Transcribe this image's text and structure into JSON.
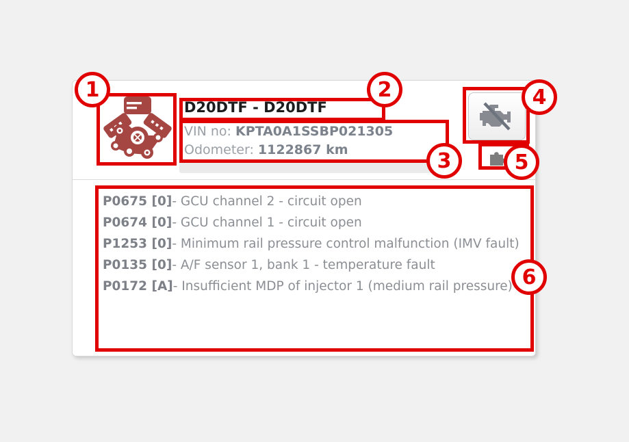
{
  "module": {
    "title": "D20DTF - D20DTF",
    "vin_label": "VIN no:",
    "vin_value": "KPTA0A1SSBP021305",
    "odometer_label": "Odometer:",
    "odometer_value": "1122867 km"
  },
  "icons": {
    "engine": "engine-icon",
    "mil": "check-engine-off-icon",
    "puzzle": "puzzle-icon"
  },
  "dtc_list": {
    "separator": "-",
    "items": [
      {
        "code": "P0675",
        "status": "[0]",
        "description": "GCU channel 2 - circuit open"
      },
      {
        "code": "P0674",
        "status": "[0]",
        "description": "GCU channel 1 - circuit open"
      },
      {
        "code": "P1253",
        "status": "[0]",
        "description": "Minimum rail pressure control malfunction (IMV fault)"
      },
      {
        "code": "P0135",
        "status": "[0]",
        "description": "A/F sensor 1, bank 1 - temperature fault"
      },
      {
        "code": "P0172",
        "status": "[A]",
        "description": "Insufficient MDP of injector 1 (medium rail pressure)"
      }
    ]
  },
  "annotations": {
    "color": "#e10000",
    "labels": [
      "1",
      "2",
      "3",
      "4",
      "5",
      "6"
    ]
  },
  "colors": {
    "page_background": "#f1f1f2",
    "card_background": "#ffffff",
    "engine_icon": "#a54642",
    "title_text": "#1c1c1e",
    "label_gray": "#9ba0a6",
    "value_gray": "#7c828b",
    "dtc_text": "#8b8e93",
    "mil_icon_gray": "#878b91",
    "puzzle_gray": "#7d7d7d",
    "annotation_red": "#e10000"
  }
}
